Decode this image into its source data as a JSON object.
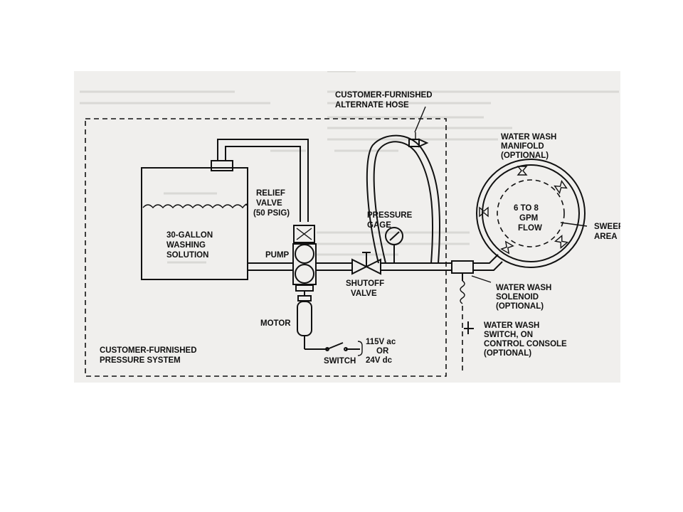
{
  "colors": {
    "paper": "#f0efed",
    "ink": "#111111",
    "page": "#ffffff"
  },
  "labels": {
    "alternate_hose_1": "CUSTOMER-FURNISHED",
    "alternate_hose_2": "ALTERNATE HOSE",
    "manifold_1": "WATER WASH",
    "manifold_2": "MANIFOLD",
    "manifold_3": "(OPTIONAL)",
    "relief_1": "RELIEF",
    "relief_2": "VALVE",
    "relief_3": "(50 PSIG)",
    "gage_1": "PRESSURE",
    "gage_2": "GAGE",
    "flow_1": "6 TO 8",
    "flow_2": "GPM",
    "flow_3": "FLOW",
    "sweep_1": "SWEEP",
    "sweep_2": "AREA",
    "tank_1": "30-GALLON",
    "tank_2": "WASHING",
    "tank_3": "SOLUTION",
    "pump": "PUMP",
    "shutoff_1": "SHUTOFF",
    "shutoff_2": "VALVE",
    "solenoid_1": "WATER WASH",
    "solenoid_2": "SOLENOID",
    "solenoid_3": "(OPTIONAL)",
    "motor": "MOTOR",
    "switch_console_1": "WATER WASH",
    "switch_console_2": "SWITCH, ON",
    "switch_console_3": "CONTROL CONSOLE",
    "switch_console_4": "(OPTIONAL)",
    "voltage_1": "115V ac",
    "voltage_2": "OR",
    "voltage_3": "24V dc",
    "switch": "SWITCH",
    "pressure_system_1": "CUSTOMER-FURNISHED",
    "pressure_system_2": "PRESSURE SYSTEM"
  }
}
